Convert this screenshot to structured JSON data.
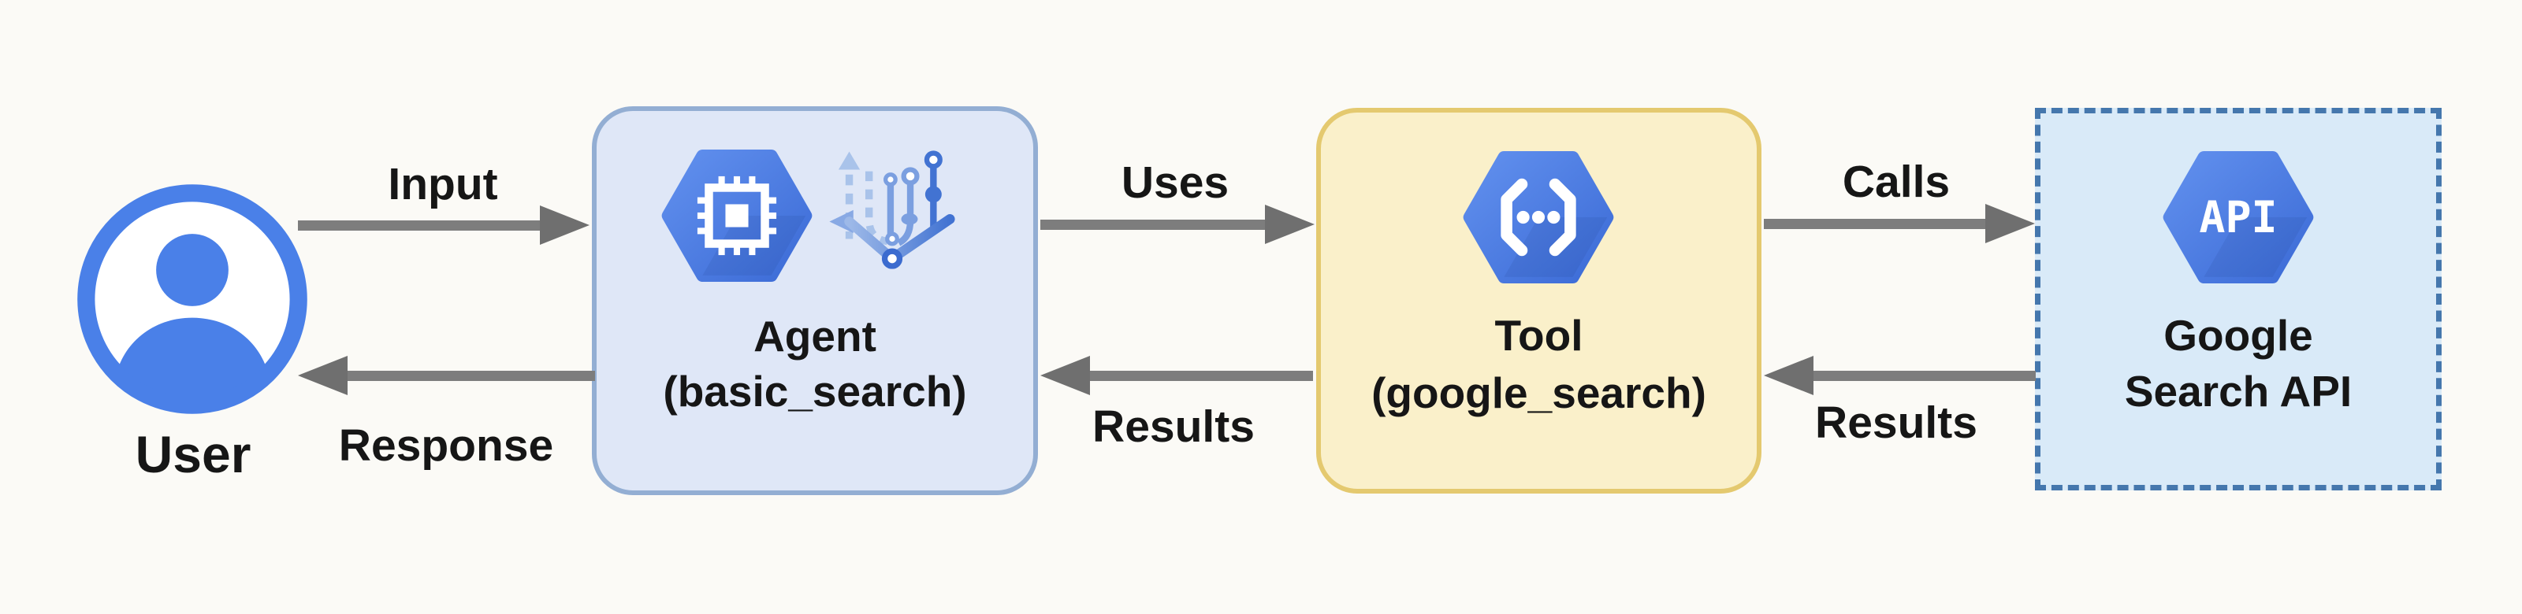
{
  "nodes": {
    "user": {
      "label": "User"
    },
    "agent": {
      "title": "Agent",
      "subtitle": "(basic_search)"
    },
    "tool": {
      "title": "Tool",
      "subtitle": "(google_search)"
    },
    "api": {
      "line1": "Google",
      "line2": "Search API",
      "hex_label": "API"
    }
  },
  "edges": {
    "input": {
      "label": "Input",
      "from": "user",
      "to": "agent",
      "direction": "right"
    },
    "response": {
      "label": "Response",
      "from": "agent",
      "to": "user",
      "direction": "left"
    },
    "uses": {
      "label": "Uses",
      "from": "agent",
      "to": "tool",
      "direction": "right"
    },
    "results_from_tool": {
      "label": "Results",
      "from": "tool",
      "to": "agent",
      "direction": "left"
    },
    "calls": {
      "label": "Calls",
      "from": "tool",
      "to": "api",
      "direction": "right"
    },
    "results_from_api": {
      "label": "Results",
      "from": "api",
      "to": "tool",
      "direction": "left"
    }
  },
  "icons": {
    "user": "person-circle-icon",
    "agent_chip": "cpu-chip-hexagon-icon",
    "agent_branch": "branching-paths-icon",
    "tool": "code-brackets-hexagon-icon",
    "api": "api-hexagon-icon"
  },
  "colors": {
    "background": "#fbfaf6",
    "text": "#161616",
    "arrow": "#7d7d7d",
    "arrow_head": "#6f6f6f",
    "agent_fill": "#dfe7f7",
    "agent_border": "#93aed3",
    "tool_fill": "#faf0ca",
    "tool_border": "#e4c96f",
    "api_fill": "#d9eaf8",
    "api_border": "#4577ad",
    "icon_blue": "#4a80e8",
    "hex_blue_light": "#6190ee",
    "hex_blue_dark": "#3c6bd6"
  }
}
